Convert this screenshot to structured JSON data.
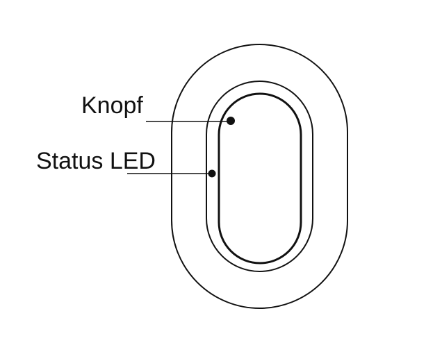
{
  "callouts": [
    {
      "id": "button",
      "label": "Knopf"
    },
    {
      "id": "status-led",
      "label": "Status LED"
    }
  ],
  "colors": {
    "line": "#111111",
    "background": "#ffffff"
  }
}
